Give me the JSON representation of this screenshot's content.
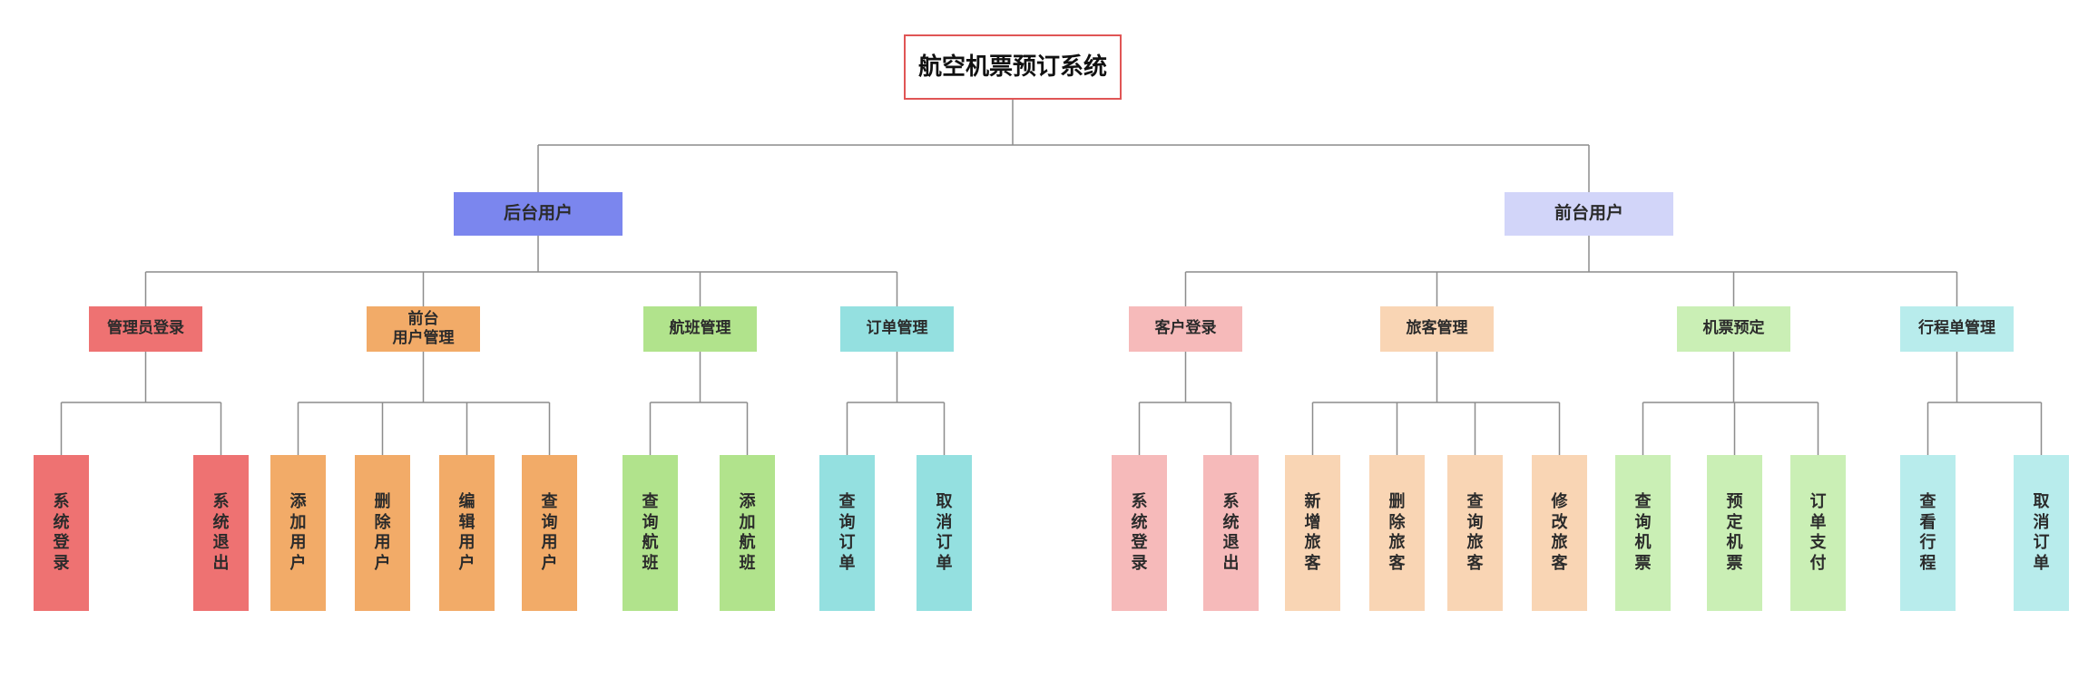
{
  "root": {
    "label": "航空机票预订系统",
    "border_color": "#e05555"
  },
  "branches": [
    {
      "key": "backend",
      "label": "后台用户",
      "color": "#7b86ee",
      "children": [
        {
          "key": "admin-login",
          "label": "管理员登录",
          "color": "#ee7272",
          "children": [
            "系统登录",
            "系统退出"
          ]
        },
        {
          "key": "frontend-user-mgmt",
          "label": "前台\n用户管理",
          "color": "#f2ab68",
          "children": [
            "添加用户",
            "删除用户",
            "编辑用户",
            "查询用户"
          ]
        },
        {
          "key": "flight-mgmt",
          "label": "航班管理",
          "color": "#b1e38c",
          "children": [
            "查询航班",
            "添加航班"
          ]
        },
        {
          "key": "order-mgmt",
          "label": "订单管理",
          "color": "#94e0e0",
          "children": [
            "查询订单",
            "取消订单"
          ]
        }
      ]
    },
    {
      "key": "frontend",
      "label": "前台用户",
      "color": "#d2d5f9",
      "children": [
        {
          "key": "customer-login",
          "label": "客户登录",
          "color": "#f6baba",
          "children": [
            "系统登录",
            "系统退出"
          ]
        },
        {
          "key": "traveler-mgmt",
          "label": "旅客管理",
          "color": "#f9d5b4",
          "children": [
            "新增旅客",
            "删除旅客",
            "查询旅客",
            "修改旅客"
          ]
        },
        {
          "key": "ticket-booking",
          "label": "机票预定",
          "color": "#caefb5",
          "children": [
            "查询机票",
            "预定机票",
            "订单支付"
          ]
        },
        {
          "key": "itinerary-mgmt",
          "label": "行程单管理",
          "color": "#b8ecec",
          "children": [
            "查看行程",
            "取消订单"
          ]
        }
      ]
    }
  ],
  "line_color": "#8c8c8c"
}
